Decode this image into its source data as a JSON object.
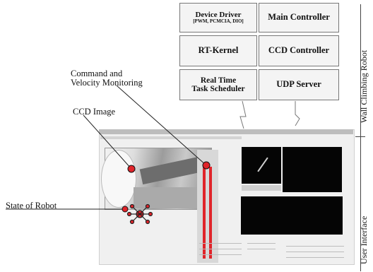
{
  "blocks": {
    "device_driver": "Device Driver",
    "device_driver_detail": "[PWM, PCMCIA, DIO]",
    "main_controller": "Main Controller",
    "rt_kernel": "RT-Kernel",
    "ccd_controller": "CCD Controller",
    "scheduler_line1": "Real Time",
    "scheduler_line2": "Task Scheduler",
    "udp_server": "UDP Server"
  },
  "labels": {
    "command_line1": "Command and",
    "command_line2": "Velocity Monitoring",
    "ccd_image": "CCD Image",
    "state_of_robot": "State of Robot"
  },
  "side_labels": {
    "robot": "Wall Climbing Robot",
    "ui": "User Interface"
  },
  "colors": {
    "box_fill": "#f4f4f4",
    "box_border": "#777777",
    "marker": "#e0242a",
    "display": "#050505",
    "gauge": "#e0242a"
  }
}
